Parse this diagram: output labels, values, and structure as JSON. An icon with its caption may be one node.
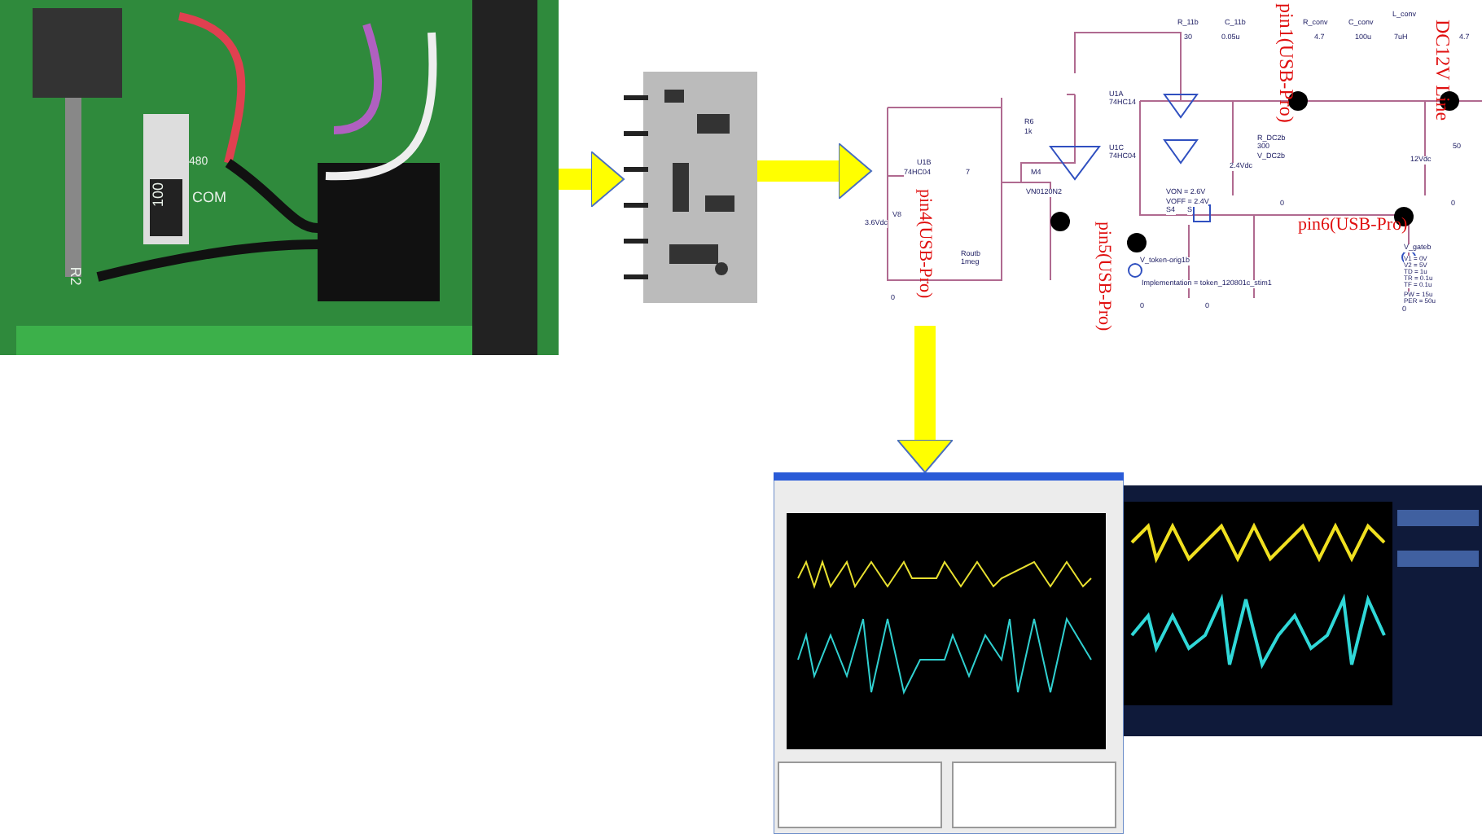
{
  "diagram": {
    "nodes": [
      {
        "text": [],
        "shape": "picture"
      },
      {
        "text": [],
        "shape": "picture"
      },
      {
        "text": [],
        "shape": "picture"
      },
      {
        "text": [],
        "shape": "picture"
      },
      {
        "text": [],
        "shape": "picture"
      }
    ],
    "edges": [
      {
        "from": 0,
        "to": 1,
        "arrow": "to"
      },
      {
        "from": 1,
        "to": 2,
        "arrow": "to"
      },
      {
        "from": 2,
        "to": 3,
        "arrow": "to"
      }
    ],
    "labels": [
      "480",
      "COM",
      "100",
      "R2",
      "pin1(USB-Pro)",
      "DC12V Line",
      "R_11b",
      "C_11b",
      "R_conv",
      "C_conv",
      "L_conv",
      "30",
      "0.05u",
      "4.7",
      "100u",
      "7uH",
      "4.7",
      "U1A",
      "74HC14",
      "R6",
      "1k",
      "R_DC2b",
      "300",
      "V_DC2b",
      "2.4Vdc",
      "50",
      "12Vdc",
      "U1C",
      "74HC04",
      "U1B",
      "74HC04",
      "7",
      "M4",
      "VN0120N2",
      "pin4(USB-Pro)",
      "V8",
      "3.6Vdc",
      "VON = 2.6V",
      "VOFF = 2.4V",
      "S4",
      "S",
      "Routb",
      "1meg",
      "pin6(USB-Pro)",
      "pin5(USB-Pro)",
      "V_token-orig1b",
      "V_gateb",
      "V1 = 0V",
      "V2 = 5V",
      "TD = 1u",
      "TR = 0.1u",
      "TF = 0.1u",
      "PW = 15u",
      "PER = 50u",
      "Implementation = token_120801c_stim1",
      "0",
      "0",
      "0",
      "0",
      "0",
      "0"
    ]
  }
}
